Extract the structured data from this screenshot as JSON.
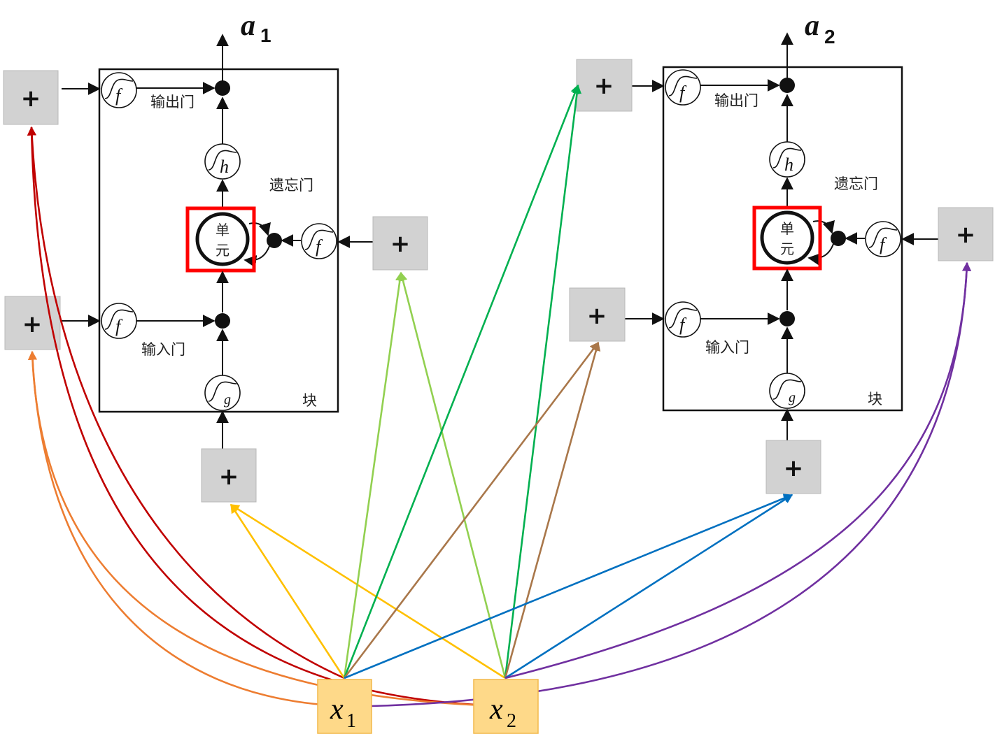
{
  "blocks": [
    {
      "output": {
        "symbol": "a",
        "subscript": "1"
      },
      "labels": {
        "output_gate": "输出门",
        "forget_gate": "遗忘门",
        "input_gate": "输入门",
        "block": "块"
      },
      "cell": {
        "line1": "单",
        "line2": "元"
      },
      "activations": {
        "output_gate": "f",
        "forget_gate": "f",
        "input_gate": "f",
        "cell_output": "h",
        "cell_input": "g"
      },
      "sum_symbol": "+"
    },
    {
      "output": {
        "symbol": "a",
        "subscript": "2"
      },
      "labels": {
        "output_gate": "输出门",
        "forget_gate": "遗忘门",
        "input_gate": "输入门",
        "block": "块"
      },
      "cell": {
        "line1": "单",
        "line2": "元"
      },
      "activations": {
        "output_gate": "f",
        "forget_gate": "f",
        "input_gate": "f",
        "cell_output": "h",
        "cell_input": "g"
      },
      "sum_symbol": "+"
    }
  ],
  "inputs": [
    {
      "symbol": "x",
      "subscript": "1"
    },
    {
      "symbol": "x",
      "subscript": "2"
    }
  ],
  "connection_colors": {
    "block1_output_gate": "#c00000",
    "block1_input_gate": "#ed7d31",
    "block1_cell_input": "#ffc000",
    "block1_forget_gate": "#92d050",
    "block2_output_gate": "#00b050",
    "block2_input_gate": "#a9774a",
    "block2_cell_input": "#0070c0",
    "block2_forget_gate": "#7030a0"
  },
  "highlight_color": "#ff0000"
}
